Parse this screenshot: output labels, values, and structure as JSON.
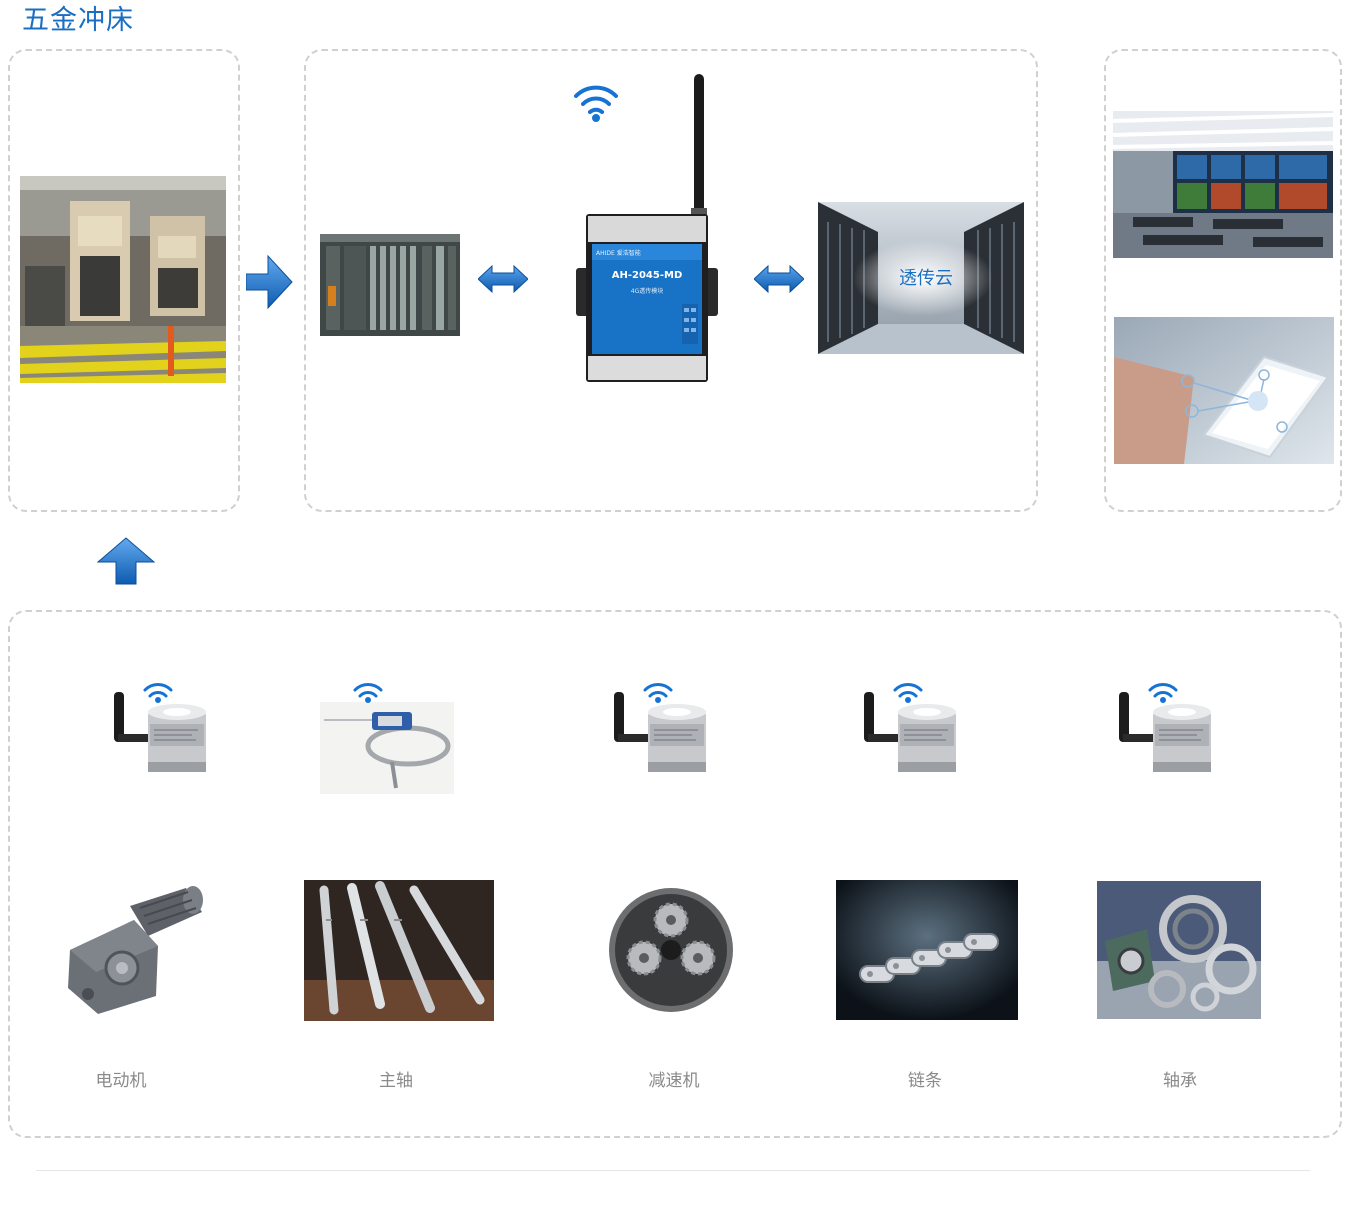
{
  "title": "五金冲床",
  "cloud_label": "透传云",
  "dtu": {
    "brand": "AHIDE 爱浩智能",
    "model": "AH-2045-MD",
    "subtitle": "4G透传模块"
  },
  "components": [
    {
      "label": "电动机"
    },
    {
      "label": "主轴"
    },
    {
      "label": "减速机"
    },
    {
      "label": "链条"
    },
    {
      "label": "轴承"
    }
  ],
  "colors": {
    "accent": "#1a6fc2",
    "arrow": "#1e78d2",
    "border": "#d0d0d0",
    "caption": "#8a8a8a"
  }
}
